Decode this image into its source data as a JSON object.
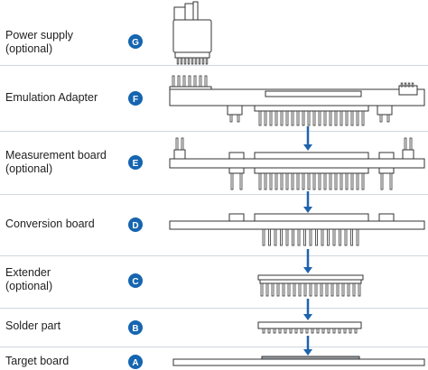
{
  "colors": {
    "badge": "#1565b0",
    "arrow": "#1e63ad",
    "outline": "#333333",
    "separator": "#cfd6de",
    "text": "#1f1f1f"
  },
  "rows": [
    {
      "line1": "Power supply",
      "line2": "(optional)",
      "badge": "G"
    },
    {
      "line1": "Emulation Adapter",
      "line2": "",
      "badge": "F"
    },
    {
      "line1": "Measurement board",
      "line2": "(optional)",
      "badge": "E"
    },
    {
      "line1": "Conversion board",
      "line2": "",
      "badge": "D"
    },
    {
      "line1": "Extender",
      "line2": "(optional)",
      "badge": "C"
    },
    {
      "line1": "Solder part",
      "line2": "",
      "badge": "B"
    },
    {
      "line1": "Target board",
      "line2": "",
      "badge": "A"
    }
  ]
}
